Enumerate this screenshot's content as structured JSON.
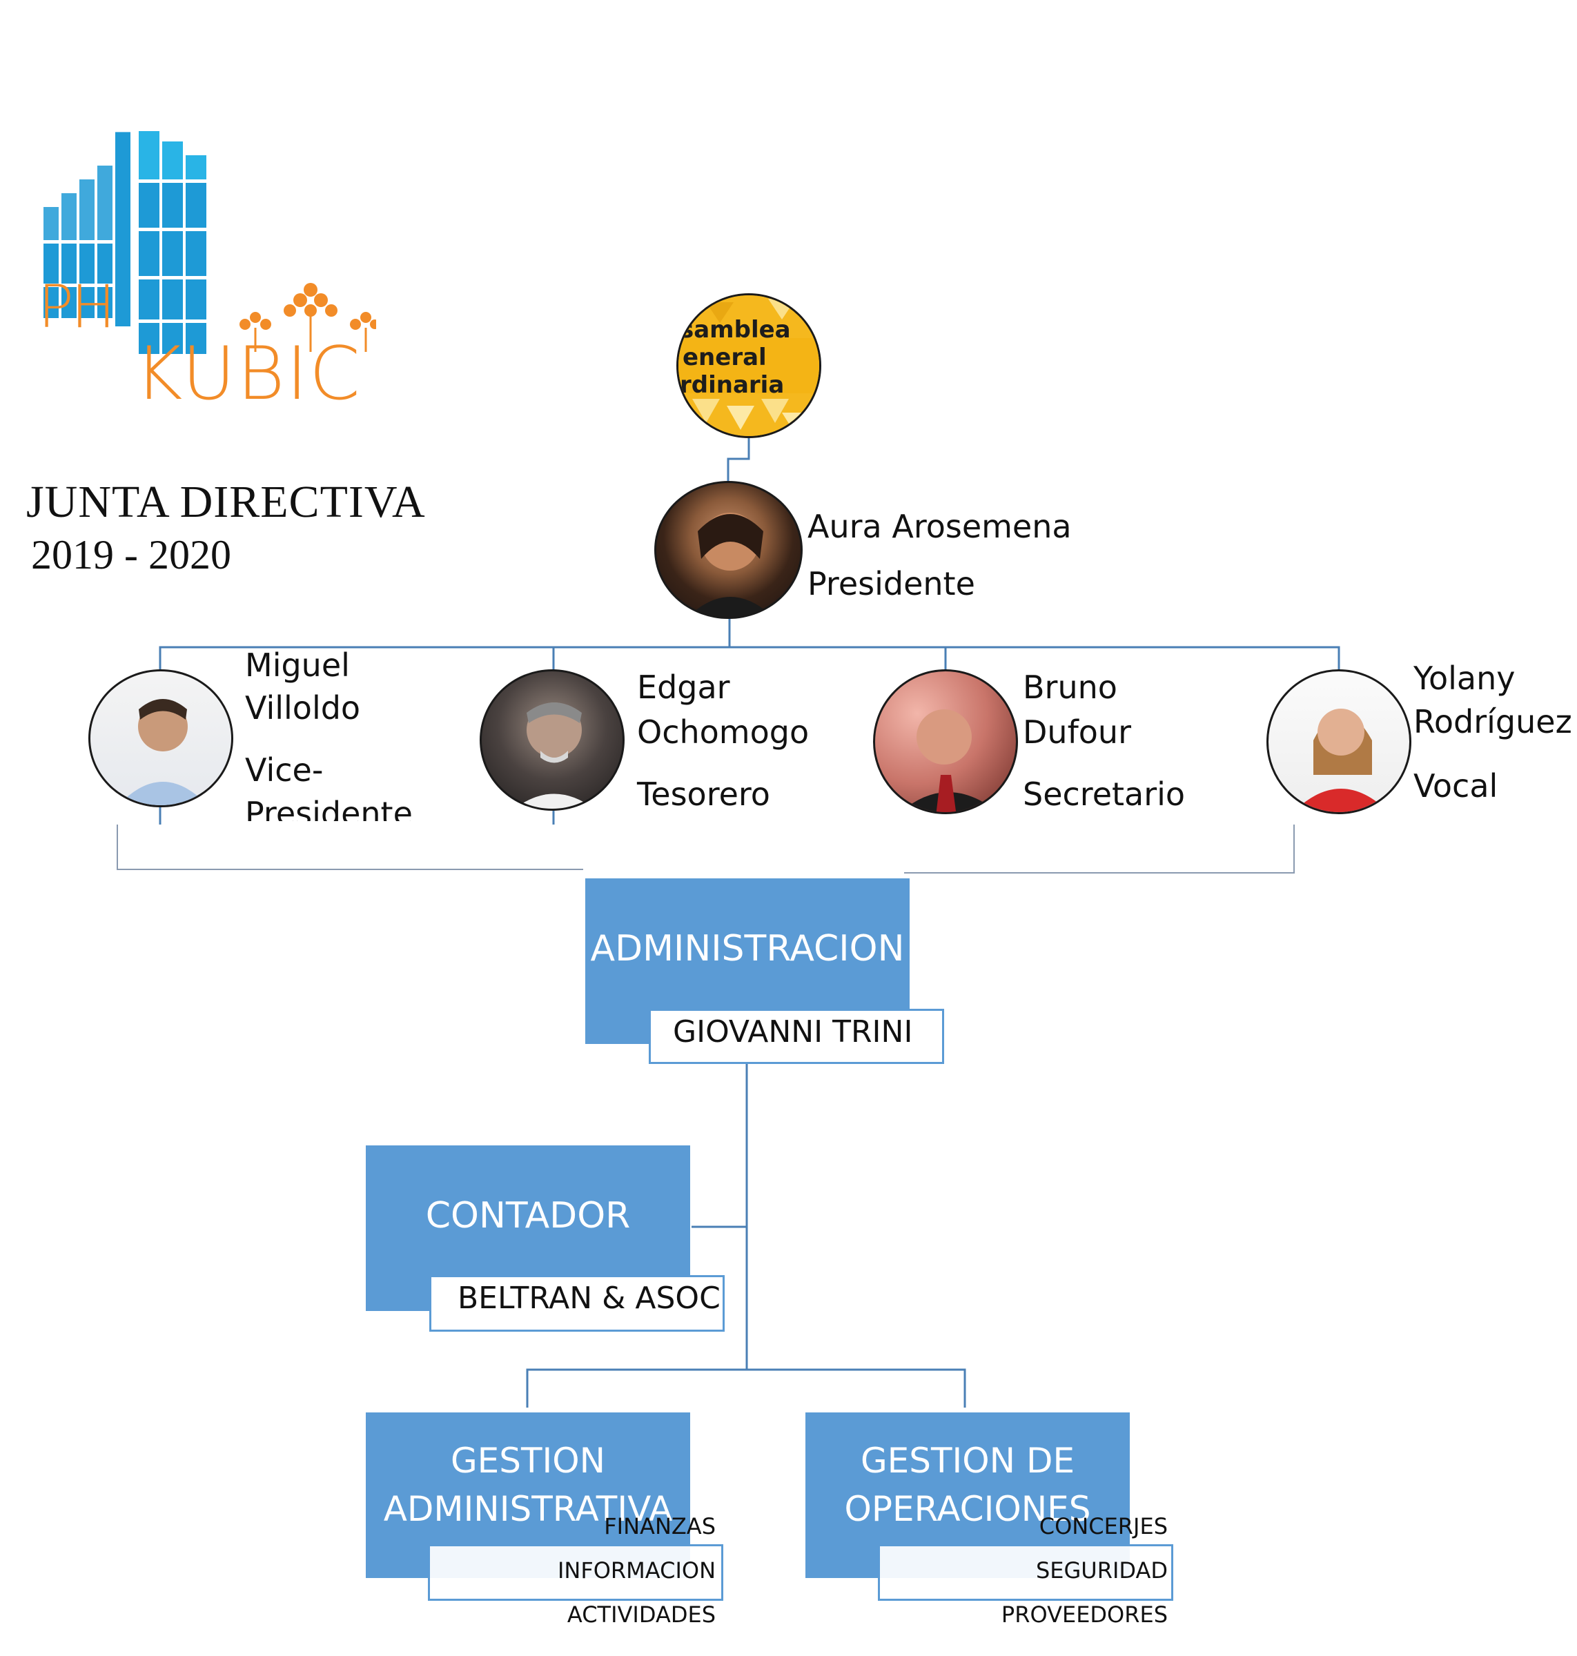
{
  "header": {
    "title": "JUNTA DIRECTIVA",
    "years": "2019 - 2020"
  },
  "logo": {
    "text_ph": "PH",
    "text_kubic": "KUBIC"
  },
  "assembly": {
    "lines": [
      "samblea",
      "eneral",
      "rdinaria"
    ]
  },
  "president": {
    "name": "Aura Arosemena",
    "role": "Presidente"
  },
  "members": [
    {
      "name_line1": "Miguel",
      "name_line2": "Villoldo",
      "role_line1": "Vice-",
      "role_line2": "Presidente"
    },
    {
      "name_line1": "Edgar",
      "name_line2": "Ochomogo",
      "role_line1": "Tesorero",
      "role_line2": ""
    },
    {
      "name_line1": "Bruno",
      "name_line2": "Dufour",
      "role_line1": "Secretario",
      "role_line2": ""
    },
    {
      "name_line1": "Yolany",
      "name_line2": "Rodríguez",
      "role_line1": "Vocal",
      "role_line2": ""
    }
  ],
  "administracion": {
    "label": "ADMINISTRACION",
    "person": "GIOVANNI TRINI"
  },
  "contador": {
    "label": "CONTADOR",
    "person": "BELTRAN & ASOC"
  },
  "gestion_admin": {
    "line1": "GESTION",
    "line2": "ADMINISTRATIVA",
    "items": [
      "FINANZAS",
      "INFORMACION",
      "ACTIVIDADES"
    ]
  },
  "gestion_ops": {
    "line1": "GESTION DE",
    "line2": "OPERACIONES",
    "items": [
      "CONCERJES",
      "SEGURIDAD",
      "PROVEEDORES"
    ]
  },
  "colors": {
    "box_blue": "#5b9bd5",
    "line_blue": "#4a7fb5",
    "logo_blue": "#1e9ad6",
    "logo_orange": "#f28c28"
  }
}
